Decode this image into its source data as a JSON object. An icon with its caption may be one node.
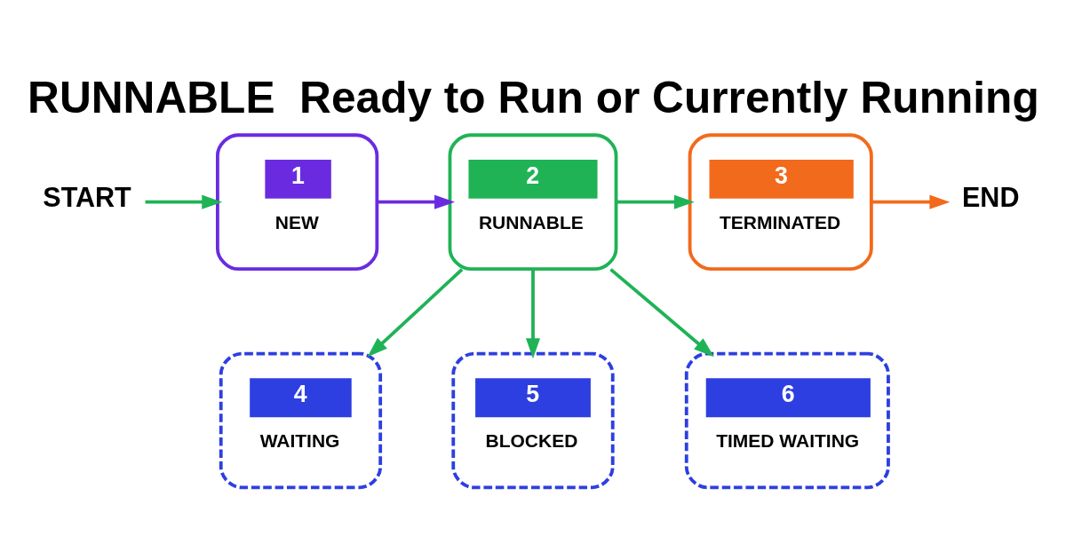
{
  "diagram": {
    "title": "RUNNABLE  Ready to Run or Currently Running",
    "nodes": [
      {
        "text": [
          "START"
        ]
      },
      {
        "text": [
          "1",
          "NEW"
        ]
      },
      {
        "text": [
          "2",
          "RUNNABLE"
        ]
      },
      {
        "text": [
          "3",
          "TERMINATED"
        ]
      },
      {
        "text": [
          "END"
        ]
      },
      {
        "text": [
          "4",
          "WAITING"
        ]
      },
      {
        "text": [
          "5",
          "BLOCKED"
        ]
      },
      {
        "text": [
          "6",
          "TIMED WAITING"
        ]
      }
    ],
    "edges": [
      {
        "from": 0,
        "to": 1,
        "arrow": "to"
      },
      {
        "from": 1,
        "to": 2,
        "arrow": "to",
        "color": "#6a2be0"
      },
      {
        "from": 2,
        "to": 3,
        "arrow": "to"
      },
      {
        "from": 3,
        "to": 4,
        "arrow": "to",
        "color": "#f26a1b"
      },
      {
        "from": 2,
        "to": 5,
        "arrow": "to"
      },
      {
        "from": 2,
        "to": 6,
        "arrow": "to"
      },
      {
        "from": 2,
        "to": 7,
        "arrow": "to"
      }
    ]
  }
}
